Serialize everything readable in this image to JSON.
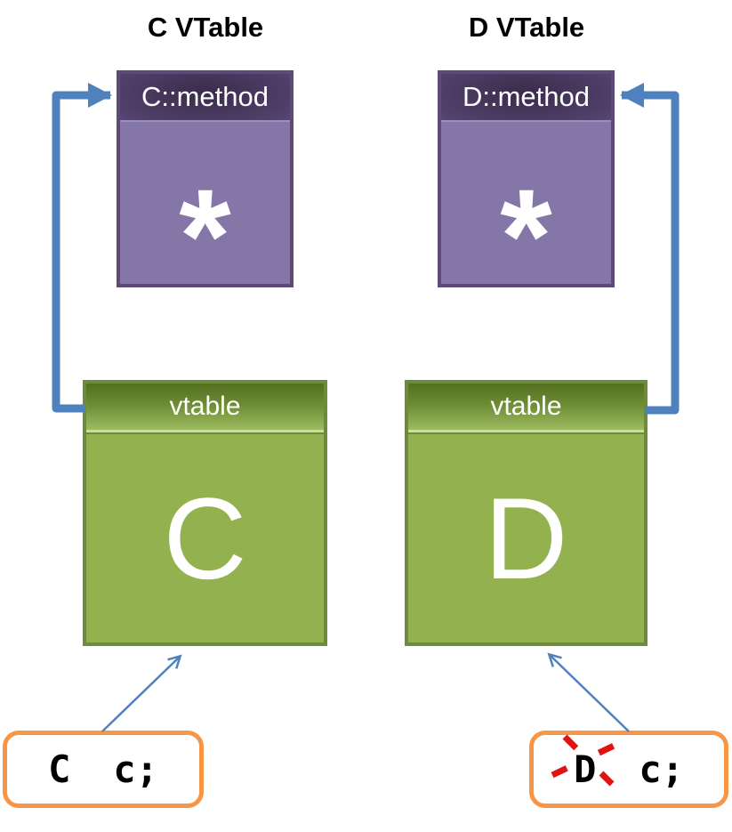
{
  "left": {
    "title": "C VTable",
    "vtable": {
      "header": "C::method",
      "slot_symbol": "*"
    },
    "object": {
      "header": "vtable",
      "label": "C"
    },
    "code": {
      "type_token": "C",
      "rest_token": "c;",
      "crossed_out": false
    }
  },
  "right": {
    "title": "D VTable",
    "vtable": {
      "header": "D::method",
      "slot_symbol": "*"
    },
    "object": {
      "header": "vtable",
      "label": "D"
    },
    "code": {
      "type_token": "D",
      "rest_token": "c;",
      "crossed_out": true
    }
  },
  "colors": {
    "purple_body": "#8576a8",
    "purple_header_dark": "#3a2b4c",
    "purple_border": "#5d4a77",
    "green_body": "#93b24f",
    "green_header_dark": "#53701f",
    "green_header_light": "#9dbc61",
    "green_border": "#6d8c39",
    "connector_blue": "#4f81bd",
    "code_border_orange": "#f79646",
    "cross_red": "#e01310",
    "title_text": "#000000",
    "box_text": "#ffffff"
  }
}
